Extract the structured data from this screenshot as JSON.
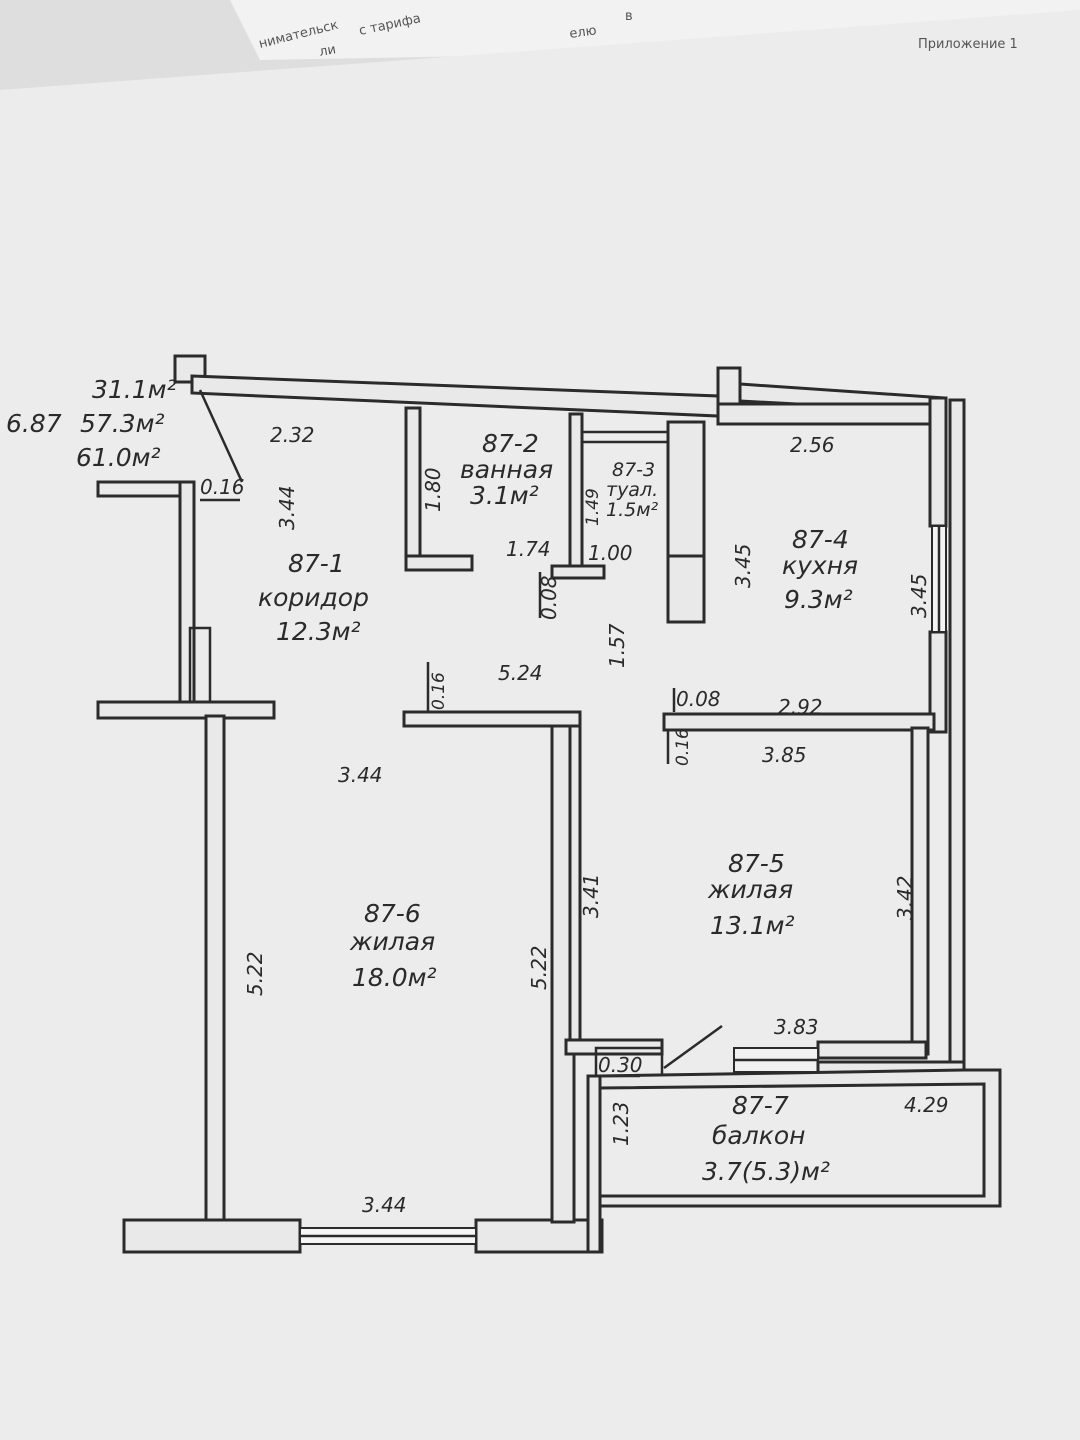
{
  "header": {
    "fragments": [
      "нимательск",
      "с тарифа",
      "ли",
      "елю",
      "в",
      "Приложение 1"
    ]
  },
  "summary": {
    "line1": "31.1м²",
    "prefix": "6.87",
    "line2": "57.3м²",
    "line3": "61.0м²"
  },
  "rooms": [
    {
      "id": "87-1",
      "name": "коридор",
      "area": "12.3м²"
    },
    {
      "id": "87-2",
      "name": "ванная",
      "area": "3.1м²"
    },
    {
      "id": "87-3",
      "name": "туал.",
      "area": "1.5м²"
    },
    {
      "id": "87-4",
      "name": "кухня",
      "area": "9.3м²"
    },
    {
      "id": "87-5",
      "name": "жилая",
      "area": "13.1м²"
    },
    {
      "id": "87-6",
      "name": "жилая",
      "area": "18.0м²"
    },
    {
      "id": "87-7",
      "name": "балкон",
      "area": "3.7(5.3)м²"
    }
  ],
  "dimensions": [
    "2.32",
    "0.16",
    "3.44",
    "1.80",
    "1.74",
    "1.49",
    "1.00",
    "0.08",
    "2.56",
    "3.45",
    "3.45",
    "1.57",
    "5.24",
    "0.16",
    "0.08",
    "2.92",
    "0.16",
    "3.85",
    "3.44",
    "3.41",
    "3.42",
    "5.22",
    "5.22",
    "3.83",
    "0.30",
    "1.23",
    "4.29",
    "3.44"
  ]
}
